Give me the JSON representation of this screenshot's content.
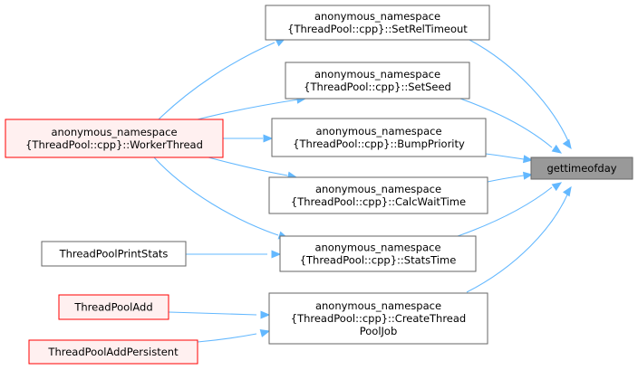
{
  "colors": {
    "edge": "#63b8ff",
    "node_fill": "#ffffff",
    "node_border": "#666666",
    "target_fill": "#999999",
    "target_border": "#666666",
    "highlight_fill": "#fff0f0",
    "highlight_border": "#ff0000"
  },
  "nodes": {
    "gettimeofday": {
      "lines": [
        "gettimeofday"
      ]
    },
    "set_rel_timeout": {
      "lines": [
        "anonymous_namespace",
        "{ThreadPool::cpp}::SetRelTimeout"
      ]
    },
    "set_seed": {
      "lines": [
        "anonymous_namespace",
        "{ThreadPool::cpp}::SetSeed"
      ]
    },
    "bump_priority": {
      "lines": [
        "anonymous_namespace",
        "{ThreadPool::cpp}::BumpPriority"
      ]
    },
    "calc_wait_time": {
      "lines": [
        "anonymous_namespace",
        "{ThreadPool::cpp}::CalcWaitTime"
      ]
    },
    "stats_time": {
      "lines": [
        "anonymous_namespace",
        "{ThreadPool::cpp}::StatsTime"
      ]
    },
    "create_thread_pool_job": {
      "lines": [
        "anonymous_namespace",
        "{ThreadPool::cpp}::CreateThread",
        "PoolJob"
      ]
    },
    "worker_thread": {
      "lines": [
        "anonymous_namespace",
        "{ThreadPool::cpp}::WorkerThread"
      ]
    },
    "thread_pool_print_stats": {
      "lines": [
        "ThreadPoolPrintStats"
      ]
    },
    "thread_pool_add": {
      "lines": [
        "ThreadPoolAdd"
      ]
    },
    "thread_pool_add_persistent": {
      "lines": [
        "ThreadPoolAddPersistent"
      ]
    }
  },
  "edges": [
    [
      "set_rel_timeout",
      "gettimeofday"
    ],
    [
      "set_seed",
      "gettimeofday"
    ],
    [
      "bump_priority",
      "gettimeofday"
    ],
    [
      "calc_wait_time",
      "gettimeofday"
    ],
    [
      "stats_time",
      "gettimeofday"
    ],
    [
      "create_thread_pool_job",
      "gettimeofday"
    ],
    [
      "worker_thread",
      "set_rel_timeout"
    ],
    [
      "worker_thread",
      "set_seed"
    ],
    [
      "worker_thread",
      "bump_priority"
    ],
    [
      "worker_thread",
      "calc_wait_time"
    ],
    [
      "worker_thread",
      "stats_time"
    ],
    [
      "thread_pool_print_stats",
      "stats_time"
    ],
    [
      "thread_pool_add",
      "create_thread_pool_job"
    ],
    [
      "thread_pool_add_persistent",
      "create_thread_pool_job"
    ]
  ]
}
